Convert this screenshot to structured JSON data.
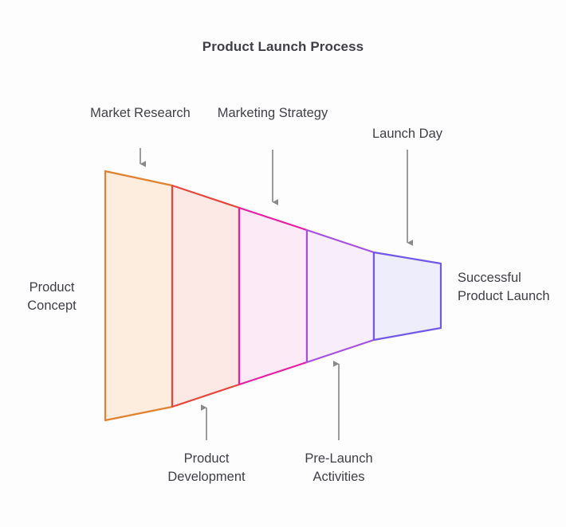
{
  "chart_data": {
    "type": "funnel",
    "title": "Product Launch Process",
    "orientation": "horizontal",
    "description": "Horizontal tapering funnel with five stages, narrowing from left (Product Concept) to right (Successful Product Launch).",
    "stages": [
      {
        "index": 1,
        "label": "Market Research",
        "border_color": "#E2822F",
        "fill_color": "#FCEDDF",
        "callout": "top"
      },
      {
        "index": 2,
        "label": "Product Development",
        "border_color": "#E8453C",
        "fill_color": "#FCE9E6",
        "callout": "bottom"
      },
      {
        "index": 3,
        "label": "Marketing Strategy",
        "border_color": "#E81FA6",
        "fill_color": "#FCEAF6",
        "callout": "top"
      },
      {
        "index": 4,
        "label": "Pre-Launch Activities",
        "border_color": "#A94FE0",
        "fill_color": "#F7EDFB",
        "callout": "bottom"
      },
      {
        "index": 5,
        "label": "Launch Day",
        "border_color": "#7257E8",
        "fill_color": "#EDEDFB",
        "callout": "top"
      }
    ],
    "entry_label": "Product Concept",
    "exit_label": "Successful Product Launch",
    "axis_labels": {
      "x": "",
      "y": ""
    },
    "grid": false,
    "legend": false,
    "arrow_color": "#8A8A8A"
  },
  "diagram": {
    "title": "Product Launch Process",
    "entry": {
      "label": "Product Concept"
    },
    "exit": {
      "label": "Successful Product Launch"
    },
    "top_callouts": [
      {
        "name": "market-research",
        "label": "Market Research"
      },
      {
        "name": "marketing-strategy",
        "label": "Marketing Strategy"
      },
      {
        "name": "launch-day",
        "label": "Launch Day"
      }
    ],
    "bottom_callouts": [
      {
        "name": "product-development",
        "label": "Product Development"
      },
      {
        "name": "pre-launch-activities",
        "label": "Pre-Launch Activities"
      }
    ],
    "colors": {
      "title": "#3F3F46",
      "label": "#3F3F46",
      "arrow": "#8A8A8A",
      "background": "#FDFDFD",
      "stage1_border": "#E2822F",
      "stage2_border": "#E8453C",
      "stage3_border": "#E81FA6",
      "stage4_border": "#A94FE0",
      "stage5_border": "#7257E8",
      "stage1_fill": "#FCEDDF",
      "stage2_fill": "#FCE9E6",
      "stage3_fill": "#FCEAF6",
      "stage4_fill": "#F7EDFB",
      "stage5_fill": "#EDEDFB"
    }
  }
}
